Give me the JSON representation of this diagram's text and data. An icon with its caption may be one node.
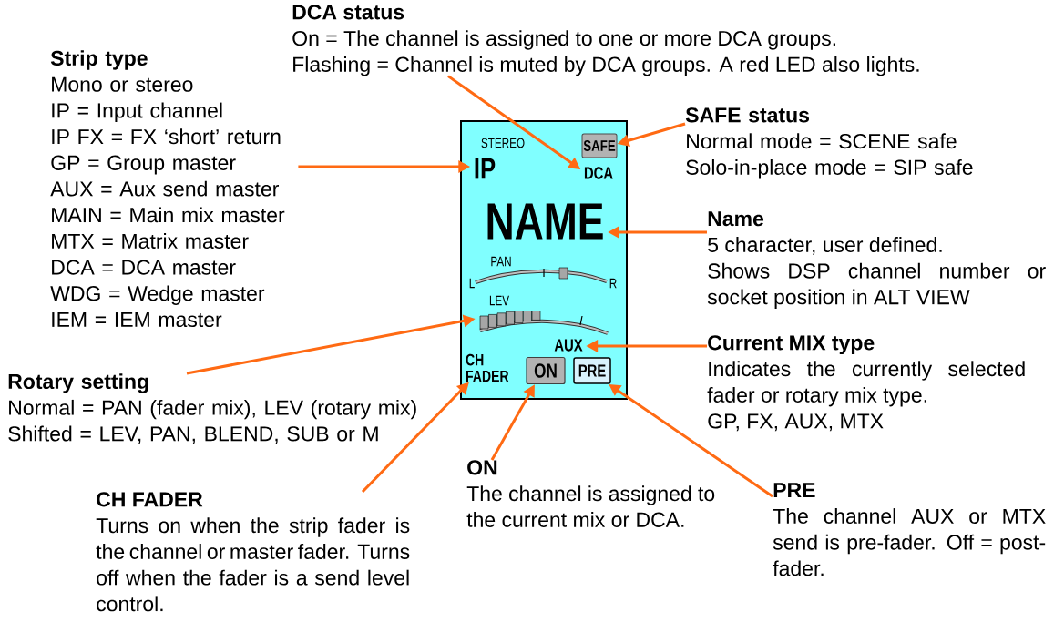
{
  "diagram": {
    "nodes": [
      {
        "text": [
          "DCA status",
          "On = The channel is assigned to one or more DCA groups.",
          "Flashing = Channel is muted by DCA groups.  A red LED also lights."
        ]
      },
      {
        "text": [
          "Strip type",
          "Mono or stereo",
          "IP = Input channel",
          "IP FX = FX ‘short’ return",
          "GP = Group master",
          "AUX = Aux send master",
          "MAIN = Main mix master",
          "MTX = Matrix master",
          "DCA = DCA master",
          "WDG = Wedge master",
          "IEM = IEM master"
        ]
      },
      {
        "text": [],
        "shape": "box"
      },
      {
        "text": [
          "IP"
        ],
        "in": 2
      },
      {
        "text": [
          "DCA"
        ],
        "in": 2
      },
      {
        "text": [
          "SAFE"
        ],
        "in": 2
      },
      {
        "text": [
          "NAME"
        ],
        "in": 2
      },
      {
        "text": [],
        "shape": "bar",
        "in": 2
      },
      {
        "text": [
          "AUX"
        ],
        "in": 2
      },
      {
        "text": [
          "CH FADER"
        ],
        "in": 2
      },
      {
        "text": [
          "ON"
        ],
        "in": 2
      },
      {
        "text": [
          "PRE"
        ],
        "in": 2
      },
      {
        "text": [
          "SAFE status",
          "Normal mode = SCENE safe",
          "Solo-in-place mode = SIP safe"
        ]
      },
      {
        "text": [
          "Name",
          "5 character, user defined.",
          "Shows DSP channel number or socket position in ALT VIEW"
        ]
      },
      {
        "text": [
          "Current MIX type",
          "Indicates the currently selected fader or rotary mix type.",
          "GP, FX, AUX, MTX"
        ]
      },
      {
        "text": [
          "Rotary setting",
          "Normal = PAN (fader mix), LEV (rotary mix)",
          "Shifted = LEV, PAN, BLEND, SUB or M"
        ]
      },
      {
        "text": [
          "CH FADER",
          "Turns on when the strip fader is the channel or master fader. Turns off when the fader is a send level control."
        ]
      },
      {
        "text": [
          "ON",
          "The channel is assigned to the current mix or DCA."
        ]
      },
      {
        "text": [
          "PRE",
          "The channel AUX or MTX send is pre-fader.  Off = post-fader."
        ]
      }
    ],
    "edges": [
      {
        "from": 1,
        "to": 3,
        "arrow": "to"
      },
      {
        "from": 0,
        "to": 4,
        "arrow": "to"
      },
      {
        "from": 12,
        "to": 5,
        "arrow": "to"
      },
      {
        "from": 13,
        "to": 6,
        "arrow": "to"
      },
      {
        "from": 15,
        "to": 7,
        "arrow": "to"
      },
      {
        "from": 14,
        "to": 8,
        "arrow": "to"
      },
      {
        "from": 16,
        "to": 9,
        "arrow": "to"
      },
      {
        "from": 17,
        "to": 10,
        "arrow": "to"
      },
      {
        "from": 18,
        "to": 11,
        "arrow": "to"
      }
    ],
    "labels": [
      "STEREO",
      "PAN",
      "L",
      "R",
      "LEV"
    ]
  }
}
